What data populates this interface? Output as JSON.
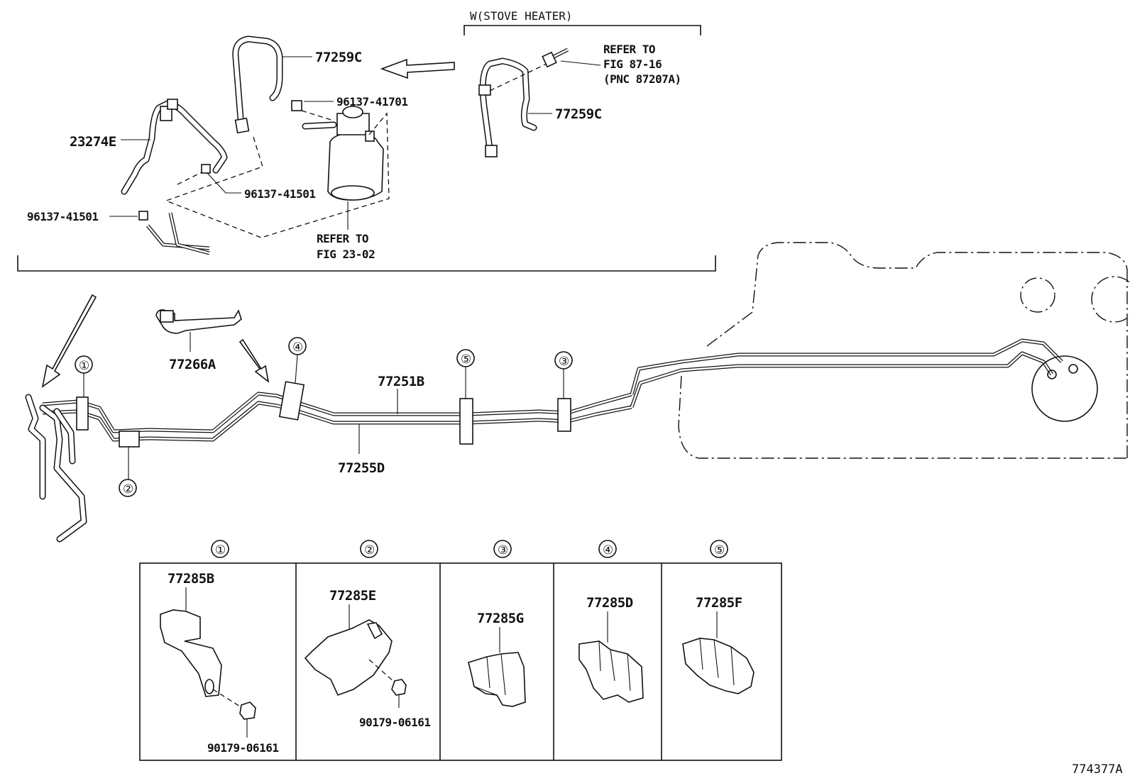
{
  "callouts": {
    "stove_heater": "W(STOVE HEATER)",
    "p_77259C_a": "77259C",
    "p_77259C_b": "77259C",
    "p_96137_41701": "96137-41701",
    "p_23274E": "23274E",
    "p_96137_41501_a": "96137-41501",
    "p_96137_41501_b": "96137-41501",
    "refer_fig_23_line1": "REFER TO",
    "refer_fig_23_line2": "FIG 23-02",
    "refer_fig_87_line1": "REFER TO",
    "refer_fig_87_line2": "FIG 87-16",
    "refer_fig_87_line3": "(PNC 87207A)",
    "p_77266A": "77266A",
    "p_77251B": "77251B",
    "p_77255D": "77255D"
  },
  "clamp_markers": [
    "①",
    "②",
    "③",
    "④",
    "⑤"
  ],
  "detail_table": {
    "columns": [
      {
        "marker": "①",
        "part": "77285B",
        "fastener": "90179-06161"
      },
      {
        "marker": "②",
        "part": "77285E",
        "fastener": "90179-06161"
      },
      {
        "marker": "③",
        "part": "77285G",
        "fastener": ""
      },
      {
        "marker": "④",
        "part": "77285D",
        "fastener": ""
      },
      {
        "marker": "⑤",
        "part": "77285F",
        "fastener": ""
      }
    ]
  },
  "figure_id": "774377A"
}
